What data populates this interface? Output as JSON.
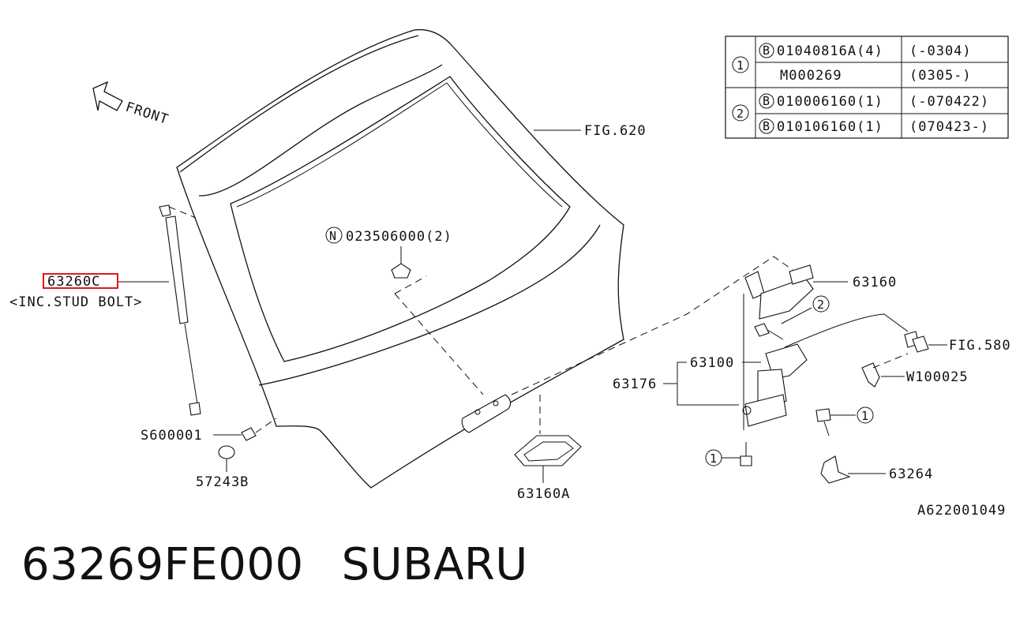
{
  "front_label": "FRONT",
  "callouts": {
    "strut_part": "63260C",
    "strut_note": "<INC.STUD BOLT>",
    "glass_ref": "FIG.620",
    "nut": "023506000(2)",
    "nut_prefix": "N",
    "grommet_clip": "S600001",
    "plug": "57243B",
    "handle": "63160A",
    "latch_cover": "63160",
    "lock_assy": "63100",
    "lock_group": "63176",
    "actuator_ref": "FIG.580",
    "clip": "W100025",
    "striker": "63264",
    "ref_1a": "1",
    "ref_1b": "1",
    "ref_2": "2"
  },
  "legend": {
    "rows": [
      {
        "group": "1",
        "prefix": "B",
        "part": "01040816A(4)",
        "range": "(-0304)"
      },
      {
        "group": "",
        "prefix": "",
        "part": "M000269",
        "range": "(0305-)"
      },
      {
        "group": "2",
        "prefix": "B",
        "part": "010006160(1)",
        "range": "(-070422)"
      },
      {
        "group": "",
        "prefix": "B",
        "part": "010106160(1)",
        "range": "(070423-)"
      }
    ]
  },
  "diagram_id": "A622001049",
  "footer": {
    "part_number": "63269FE000",
    "brand": "SUBARU"
  },
  "colors": {
    "highlight": "#e0191b",
    "ink": "#111111"
  }
}
